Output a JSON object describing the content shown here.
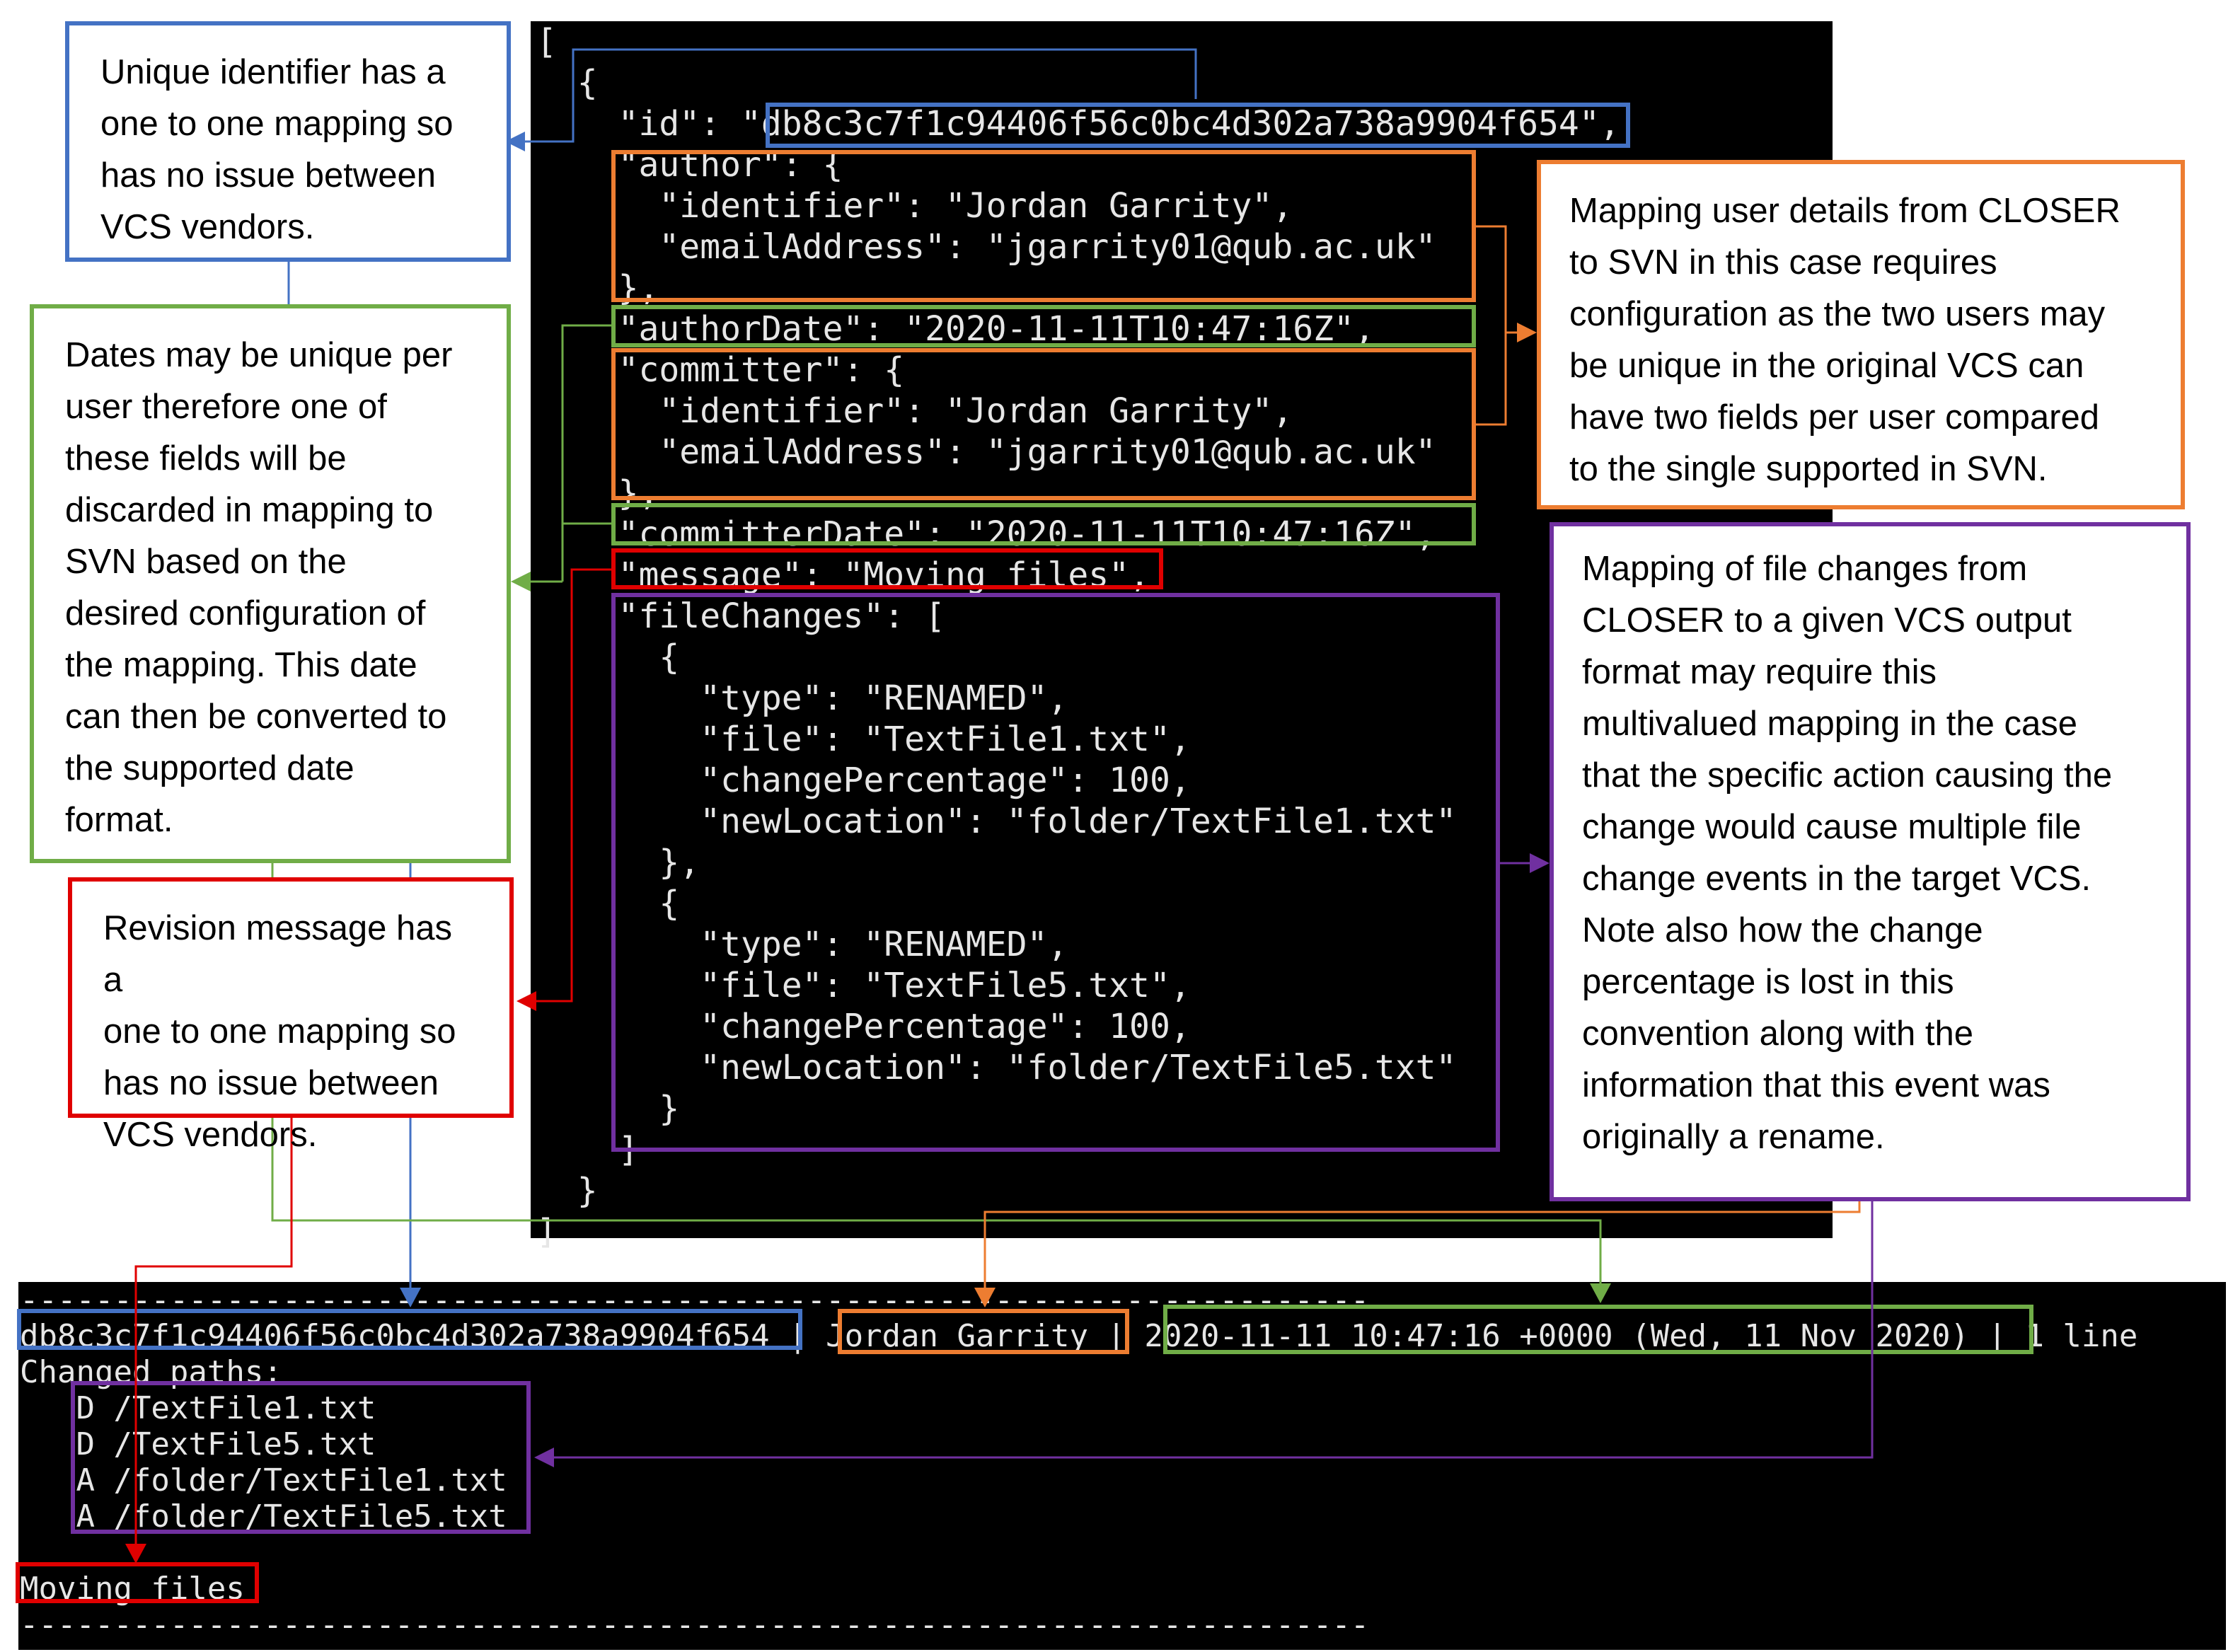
{
  "colors": {
    "blue": "#4472C4",
    "green": "#70AD47",
    "orange": "#ED7D31",
    "red": "#E00000",
    "purple": "#7030A0",
    "terminal_bg": "#000000",
    "terminal_text": "#e6e6e6"
  },
  "json_terminal": {
    "lines": [
      "[",
      "  {",
      "    \"id\": \"db8c3c7f1c94406f56c0bc4d302a738a9904f654\",",
      "    \"author\": {",
      "      \"identifier\": \"Jordan Garrity\",",
      "      \"emailAddress\": \"jgarrity01@qub.ac.uk\"",
      "    },",
      "    \"authorDate\": \"2020-11-11T10:47:16Z\",",
      "    \"committer\": {",
      "      \"identifier\": \"Jordan Garrity\",",
      "      \"emailAddress\": \"jgarrity01@qub.ac.uk\"",
      "    },",
      "    \"committerDate\": \"2020-11-11T10:47:16Z\",",
      "    \"message\": \"Moving files\",",
      "    \"fileChanges\": [",
      "      {",
      "        \"type\": \"RENAMED\",",
      "        \"file\": \"TextFile1.txt\",",
      "        \"changePercentage\": 100,",
      "        \"newLocation\": \"folder/TextFile1.txt\"",
      "      },",
      "      {",
      "        \"type\": \"RENAMED\",",
      "        \"file\": \"TextFile5.txt\",",
      "        \"changePercentage\": 100,",
      "        \"newLocation\": \"folder/TextFile5.txt\"",
      "      }",
      "    ]",
      "  }",
      "]"
    ]
  },
  "svn_terminal": {
    "lines": [
      "------------------------------------------------------------------------",
      "db8c3c7f1c94406f56c0bc4d302a738a9904f654 | Jordan Garrity | 2020-11-11 10:47:16 +0000 (Wed, 11 Nov 2020) | 1 line",
      "Changed paths:",
      "   D /TextFile1.txt",
      "   D /TextFile5.txt",
      "   A /folder/TextFile1.txt",
      "   A /folder/TextFile5.txt",
      "",
      "Moving files",
      "------------------------------------------------------------------------"
    ]
  },
  "callouts": {
    "id": {
      "lines": [
        "Unique identifier has a",
        "one to one mapping so",
        "has no issue between",
        "VCS vendors."
      ]
    },
    "dates": {
      "lines": [
        "Dates may be unique per",
        "user therefore one of",
        "these fields will be",
        "discarded in mapping to",
        "SVN based on the",
        "desired configuration of",
        "the mapping. This date",
        "can then be converted to",
        "the supported date",
        "format."
      ]
    },
    "message": {
      "lines": [
        "Revision message has a",
        "one to one mapping so",
        "has no issue between",
        "VCS vendors."
      ]
    },
    "users": {
      "lines": [
        "Mapping user details from CLOSER",
        "to SVN in this case requires",
        "configuration as the two users may",
        "be unique in the original VCS can",
        "have two fields per user compared",
        "to the single supported in SVN."
      ]
    },
    "files": {
      "lines": [
        "Mapping of file changes from",
        "CLOSER to a given VCS output",
        "format may require this",
        "multivalued mapping in the case",
        "that the specific action causing the",
        "change would cause multiple file",
        "change events in the target VCS.",
        "Note also how the change",
        "percentage is lost in this",
        "convention along with the",
        "information that this event was",
        "originally a rename."
      ]
    }
  }
}
